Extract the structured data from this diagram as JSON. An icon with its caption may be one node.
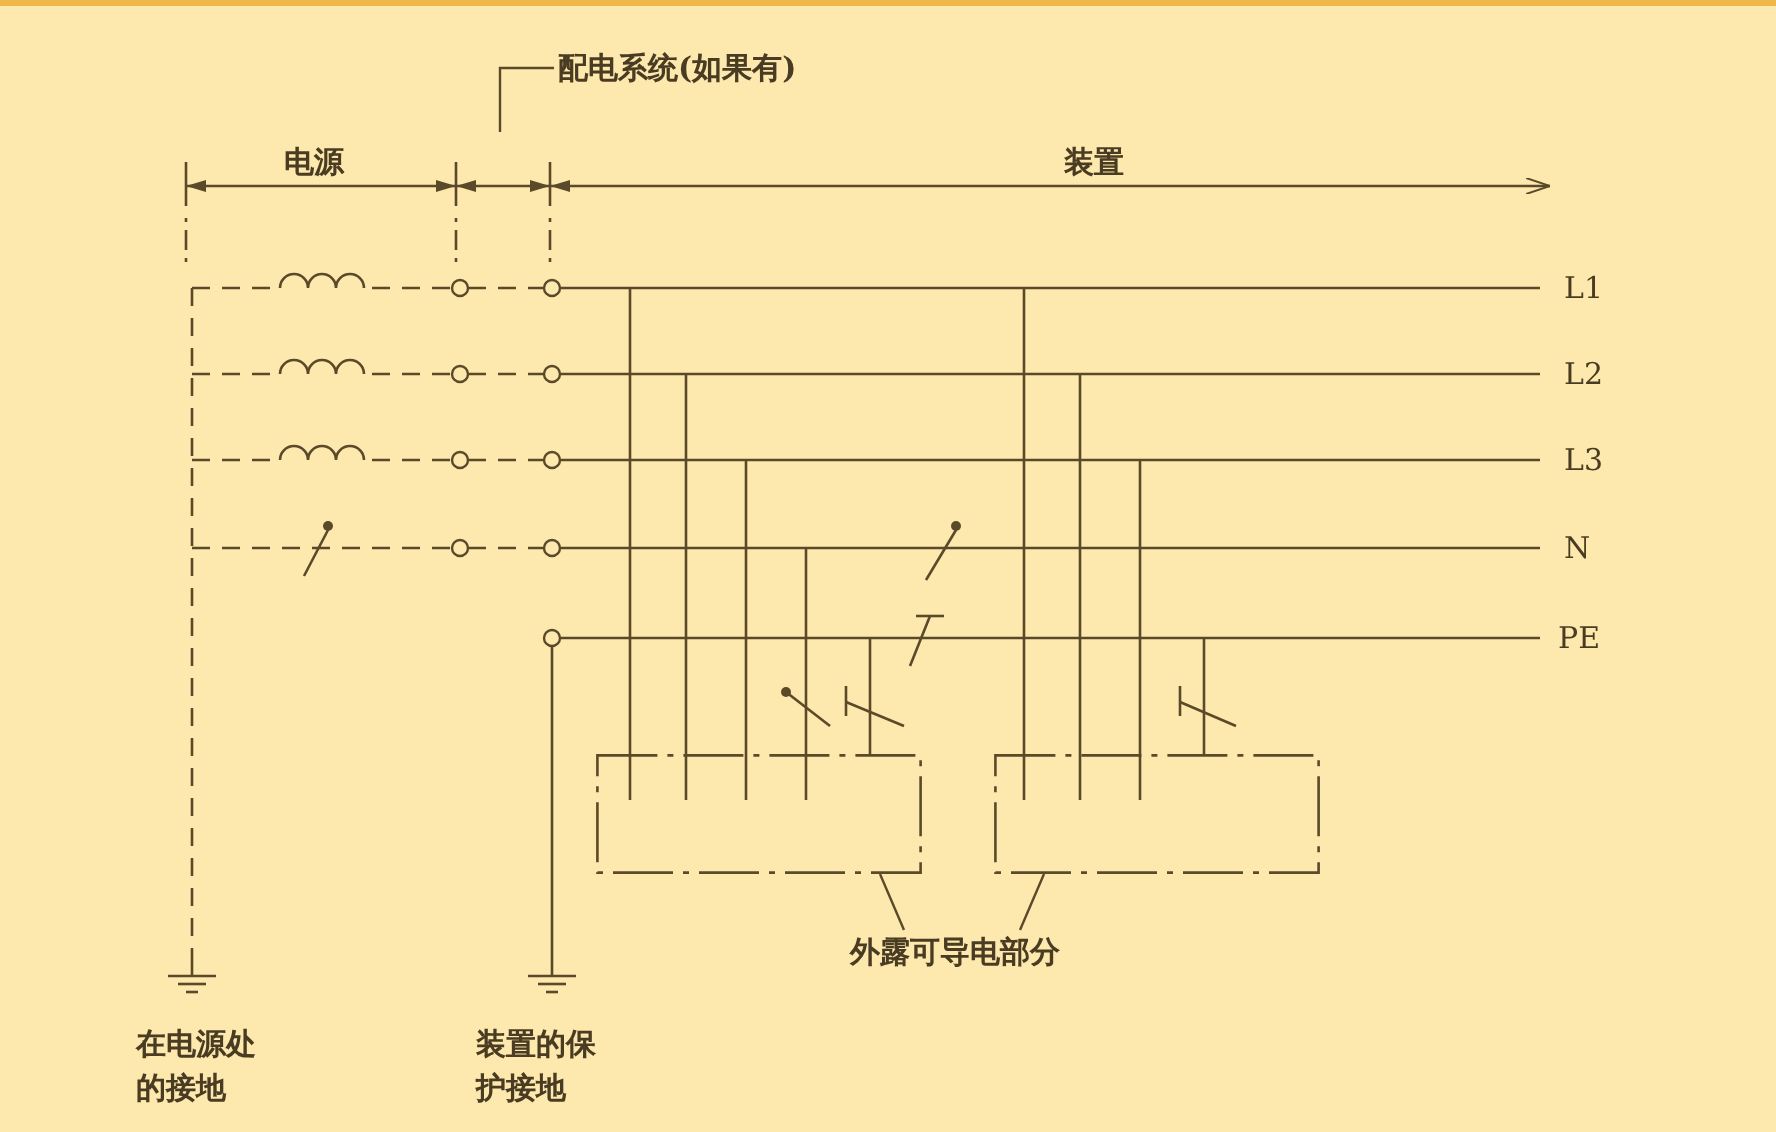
{
  "diagram": {
    "nodes": [
      {
        "text": [],
        "shape": "box"
      },
      {
        "text": [],
        "shape": "box"
      },
      {
        "text": [
          "外露可导电部分"
        ]
      },
      {
        "text": [
          "配电系统(如果有)"
        ]
      }
    ],
    "edges": [
      {
        "from": 2,
        "to": 0,
        "arrow": "none"
      },
      {
        "from": 2,
        "to": 1,
        "arrow": "none"
      },
      {
        "from": 3,
        "to": null,
        "arrow": "none"
      }
    ],
    "labels": [
      "电源",
      "装置",
      "L1",
      "L2",
      "L3",
      "N",
      "PE",
      "在电源处的接地",
      "装置的保护接地"
    ]
  }
}
